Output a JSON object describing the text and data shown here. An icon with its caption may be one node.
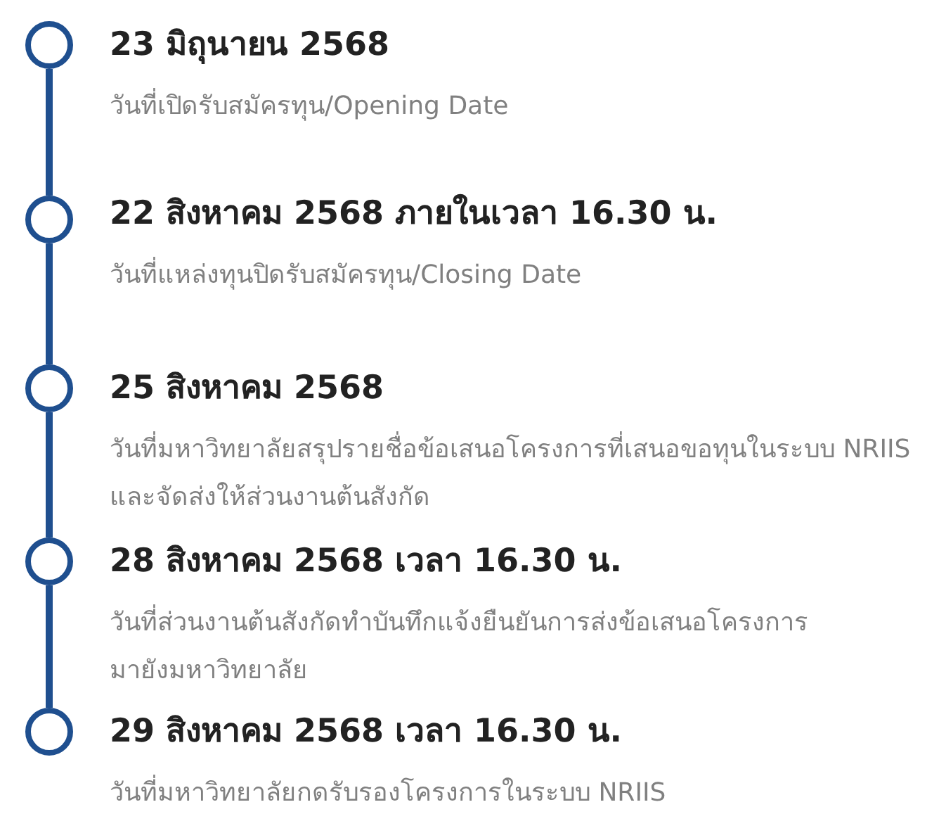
{
  "diagram": {
    "nodes": [
      {
        "text": [],
        "shape": "circle",
        "beside": [
          "23 มิถุนายน 2568",
          "วันที่เปิดรับสมัครทุน/Opening Date"
        ]
      },
      {
        "text": [],
        "shape": "circle",
        "beside": [
          "22 สิงหาคม 2568 ภายในเวลา 16.30 น.",
          "วันที่แหล่งทุนปิดรับสมัครทุน/Closing Date"
        ]
      },
      {
        "text": [],
        "shape": "circle",
        "beside": [
          "25 สิงหาคม 2568",
          "วันที่มหาวิทยาลัยสรุปรายชื่อข้อเสนอโครงการที่เสนอขอทุนในระบบ NRIIS และจัดส่งให้ส่วนงานต้นสังกัด"
        ]
      },
      {
        "text": [],
        "shape": "circle",
        "beside": [
          "28 สิงหาคม 2568 เวลา 16.30 น.",
          "วันที่ส่วนงานต้นสังกัดทำบันทึกแจ้งยืนยันการส่งข้อเสนอโครงการมายังมหาวิทยาลัย"
        ]
      },
      {
        "text": [],
        "shape": "circle",
        "beside": [
          "29 สิงหาคม 2568 เวลา 16.30 น.",
          "วันที่มหาวิทยาลัยกดรับรองโครงการในระบบ NRIIS"
        ]
      }
    ],
    "edges": [
      {
        "from": 0,
        "to": 1,
        "arrow": "none"
      },
      {
        "from": 1,
        "to": 2,
        "arrow": "none"
      },
      {
        "from": 2,
        "to": 3,
        "arrow": "none"
      },
      {
        "from": 3,
        "to": 4,
        "arrow": "none"
      }
    ]
  }
}
